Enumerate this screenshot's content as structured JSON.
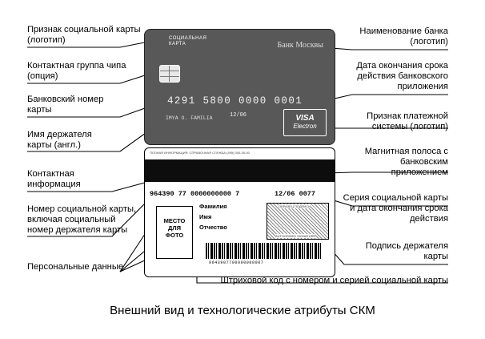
{
  "labels_left": [
    "Признак социальной карты (логотип)",
    "Контактная группа чипа (опция)",
    "Банковский номер карты",
    "Имя держателя карты (англ.)",
    "Контактная информация",
    "Номер социальной карты, включая социальный номер держателя карты",
    "Персональные данные"
  ],
  "labels_right": [
    "Наименование банка (логотип)",
    "Дата окончания срока действия банковского приложения",
    "Признак платежной системы (логотип)",
    "Магнитная полоса с банковским приложением",
    "Серия социальной карты и дата окончания срока действия",
    "Подпись держателя карты",
    "Штриховой код с номером и серией социальной карты"
  ],
  "card_front": {
    "brand_logo": "СОЦИАЛЬНАЯ КАРТА",
    "bank_logo": "Банк Москвы",
    "card_number": "4291 5800 0000 0001",
    "expiry": "12/06",
    "holder_name": "IMYA O. FAMILIA",
    "payment_system": "VISA",
    "payment_system_sub": "Electron"
  },
  "card_back": {
    "contact_info": "ПОЛНАЯ ИНФОРМАЦИЯ: СПРАВОЧНАЯ СЛУЖБА (495) 000-00-00",
    "social_number": "964390 77 0000000000 7",
    "series_expiry": "12/06 0077",
    "photo_place": [
      "МЕСТО",
      "ДЛЯ",
      "ФОТО"
    ],
    "personal_fields": [
      "Фамилия",
      "Имя",
      "Отчество"
    ],
    "signature_top": "ОБРАЗЕЦ ПОДПИСИ",
    "signature_bottom": "AUTHORIZED SIGNATURE",
    "barcode_digits": "9643907700000000007"
  },
  "caption": "Внешний вид и технологические атрибуты СКМ",
  "colors": {
    "card_front": "#585858",
    "stripe": "#0d0d0d"
  }
}
